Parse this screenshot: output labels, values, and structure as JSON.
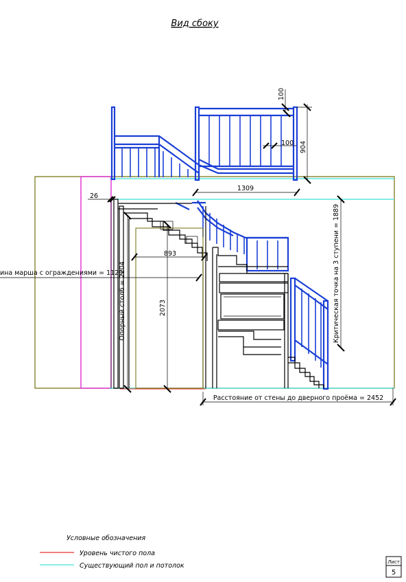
{
  "title": "Вид сбоку",
  "dimensions": {
    "top_100": "100",
    "rail_100": "100",
    "height_904": "904",
    "width_1309": "1309",
    "offset_26": "26",
    "span_893": "893",
    "height_2073": "2073",
    "pillar": "Опорный столб = 2204",
    "march_width": "ина марша с ограждениями = 1129",
    "critical_point": "Критическая точка на 3 ступени = 1889",
    "wall_to_door": "Расстояние от стены до дверного проёма = 2452"
  },
  "legend": {
    "title": "Условные обозначения",
    "items": [
      {
        "label": "Уровень чистого пола",
        "color": "#e8312d"
      },
      {
        "label": "Существующий пол и потолок",
        "color": "#3fe0d8"
      }
    ]
  },
  "stamp": {
    "label": "Лист",
    "number": "5"
  },
  "colors": {
    "stair": "#1a3fd6",
    "wall_box": "#7a7a1c",
    "magenta_box": "#e02ad6"
  }
}
